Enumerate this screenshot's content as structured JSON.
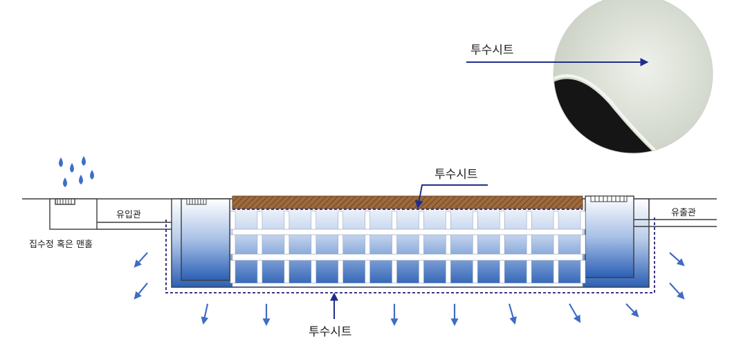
{
  "labels": {
    "sheet_photo": "투수시트",
    "sheet_top": "투수시트",
    "sheet_bottom": "투수시트",
    "inlet_pipe": "유입관",
    "outlet_pipe": "유출관",
    "catch_basin": "집수정 혹은 맨홀"
  },
  "colors": {
    "line": "#3a3a3a",
    "water_deep": "#2b5fb4",
    "water_light": "#e3ecf8",
    "arrow": "#3f6cc4",
    "leader": "#1f2d8a",
    "soil": "#9c6a3c",
    "sheet_dash": "#3a3585",
    "raindrop": "#3d6fc9",
    "photo_felt": "#dfe3da",
    "photo_dark": "#151515"
  },
  "icons": [
    "raindrop-icon",
    "flow-arrow-icon",
    "leader-arrow-icon"
  ]
}
